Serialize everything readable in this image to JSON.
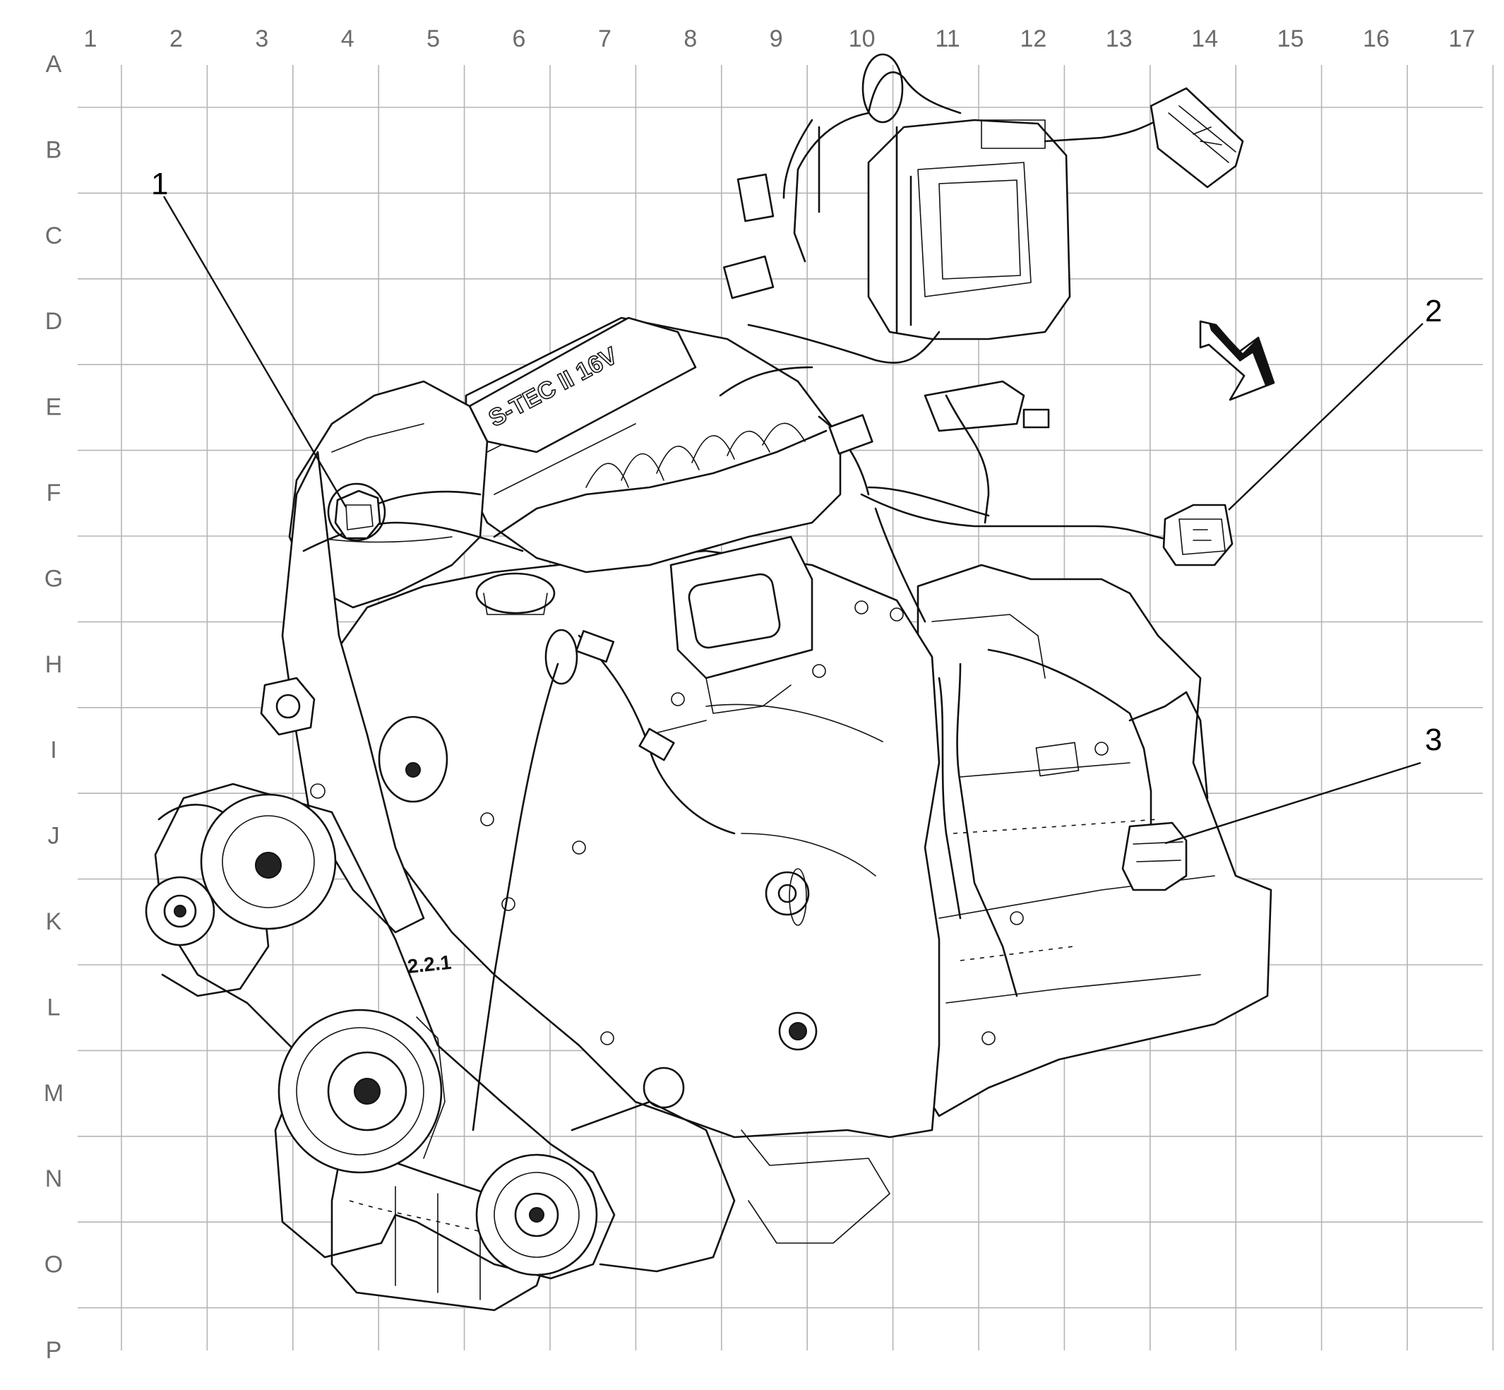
{
  "grid": {
    "columns": [
      "1",
      "2",
      "3",
      "4",
      "5",
      "6",
      "7",
      "8",
      "9",
      "10",
      "11",
      "12",
      "13",
      "14",
      "15",
      "16",
      "17"
    ],
    "rows": [
      "A",
      "B",
      "C",
      "D",
      "E",
      "F",
      "G",
      "H",
      "I",
      "J",
      "K",
      "L",
      "M",
      "N",
      "O",
      "P"
    ]
  },
  "engraving": {
    "cover_text": "S-TEC II 16V",
    "block_mark": "2.2.1"
  },
  "callouts": [
    {
      "label": "1"
    },
    {
      "label": "2"
    },
    {
      "label": "3"
    }
  ],
  "colors": {
    "grid_line": "#b5b5b5",
    "grid_label": "#6b6b6b",
    "line_art": "#111111",
    "background": "#ffffff"
  }
}
